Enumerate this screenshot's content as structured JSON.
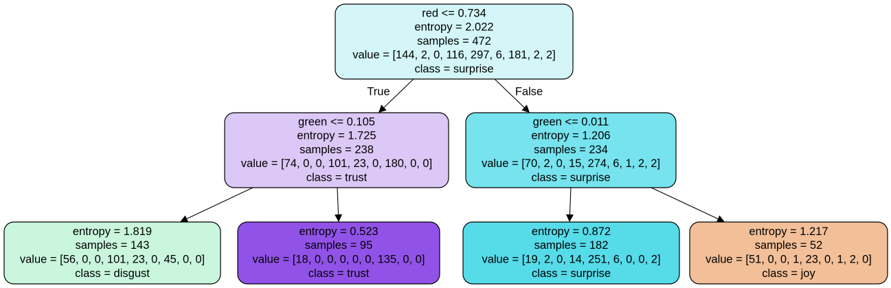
{
  "tree": {
    "nodes": [
      {
        "id": "root",
        "lines": [
          "red <= 0.734",
          "entropy = 2.022",
          "samples = 472",
          "value = [144, 2, 0, 116, 297, 6, 181, 2, 2]",
          "class = surprise"
        ],
        "fill": "#d4f6f8"
      },
      {
        "id": "left",
        "lines": [
          "green <= 0.105",
          "entropy = 1.725",
          "samples = 238",
          "value = [74, 0, 0, 101, 23, 0, 180, 0, 0]",
          "class = trust"
        ],
        "fill": "#dcc8f6"
      },
      {
        "id": "right",
        "lines": [
          "green <= 0.011",
          "entropy = 1.206",
          "samples = 234",
          "value = [70, 2, 0, 15, 274, 6, 1, 2, 2]",
          "class = surprise"
        ],
        "fill": "#76e3ee"
      },
      {
        "id": "ll",
        "lines": [
          "entropy = 1.819",
          "samples = 143",
          "value = [56, 0, 0, 101, 23, 0, 45, 0, 0]",
          "class = disgust"
        ],
        "fill": "#c9f6dd"
      },
      {
        "id": "lr",
        "lines": [
          "entropy = 0.523",
          "samples = 95",
          "value = [18, 0, 0, 0, 0, 0, 135, 0, 0]",
          "class = trust"
        ],
        "fill": "#9152e8"
      },
      {
        "id": "rl",
        "lines": [
          "entropy = 0.872",
          "samples = 182",
          "value = [19, 2, 0, 14, 251, 6, 0, 0, 2]",
          "class = surprise"
        ],
        "fill": "#56dbe8"
      },
      {
        "id": "rr",
        "lines": [
          "entropy = 1.217",
          "samples = 52",
          "value = [51, 0, 0, 1, 23, 0, 1, 2, 0]",
          "class = joy"
        ],
        "fill": "#f2bf98"
      }
    ],
    "edges": [
      {
        "from": "root",
        "to": "left",
        "label": "True"
      },
      {
        "from": "root",
        "to": "right",
        "label": "False"
      },
      {
        "from": "left",
        "to": "ll",
        "label": ""
      },
      {
        "from": "left",
        "to": "lr",
        "label": ""
      },
      {
        "from": "right",
        "to": "rl",
        "label": ""
      },
      {
        "from": "right",
        "to": "rr",
        "label": ""
      }
    ]
  }
}
